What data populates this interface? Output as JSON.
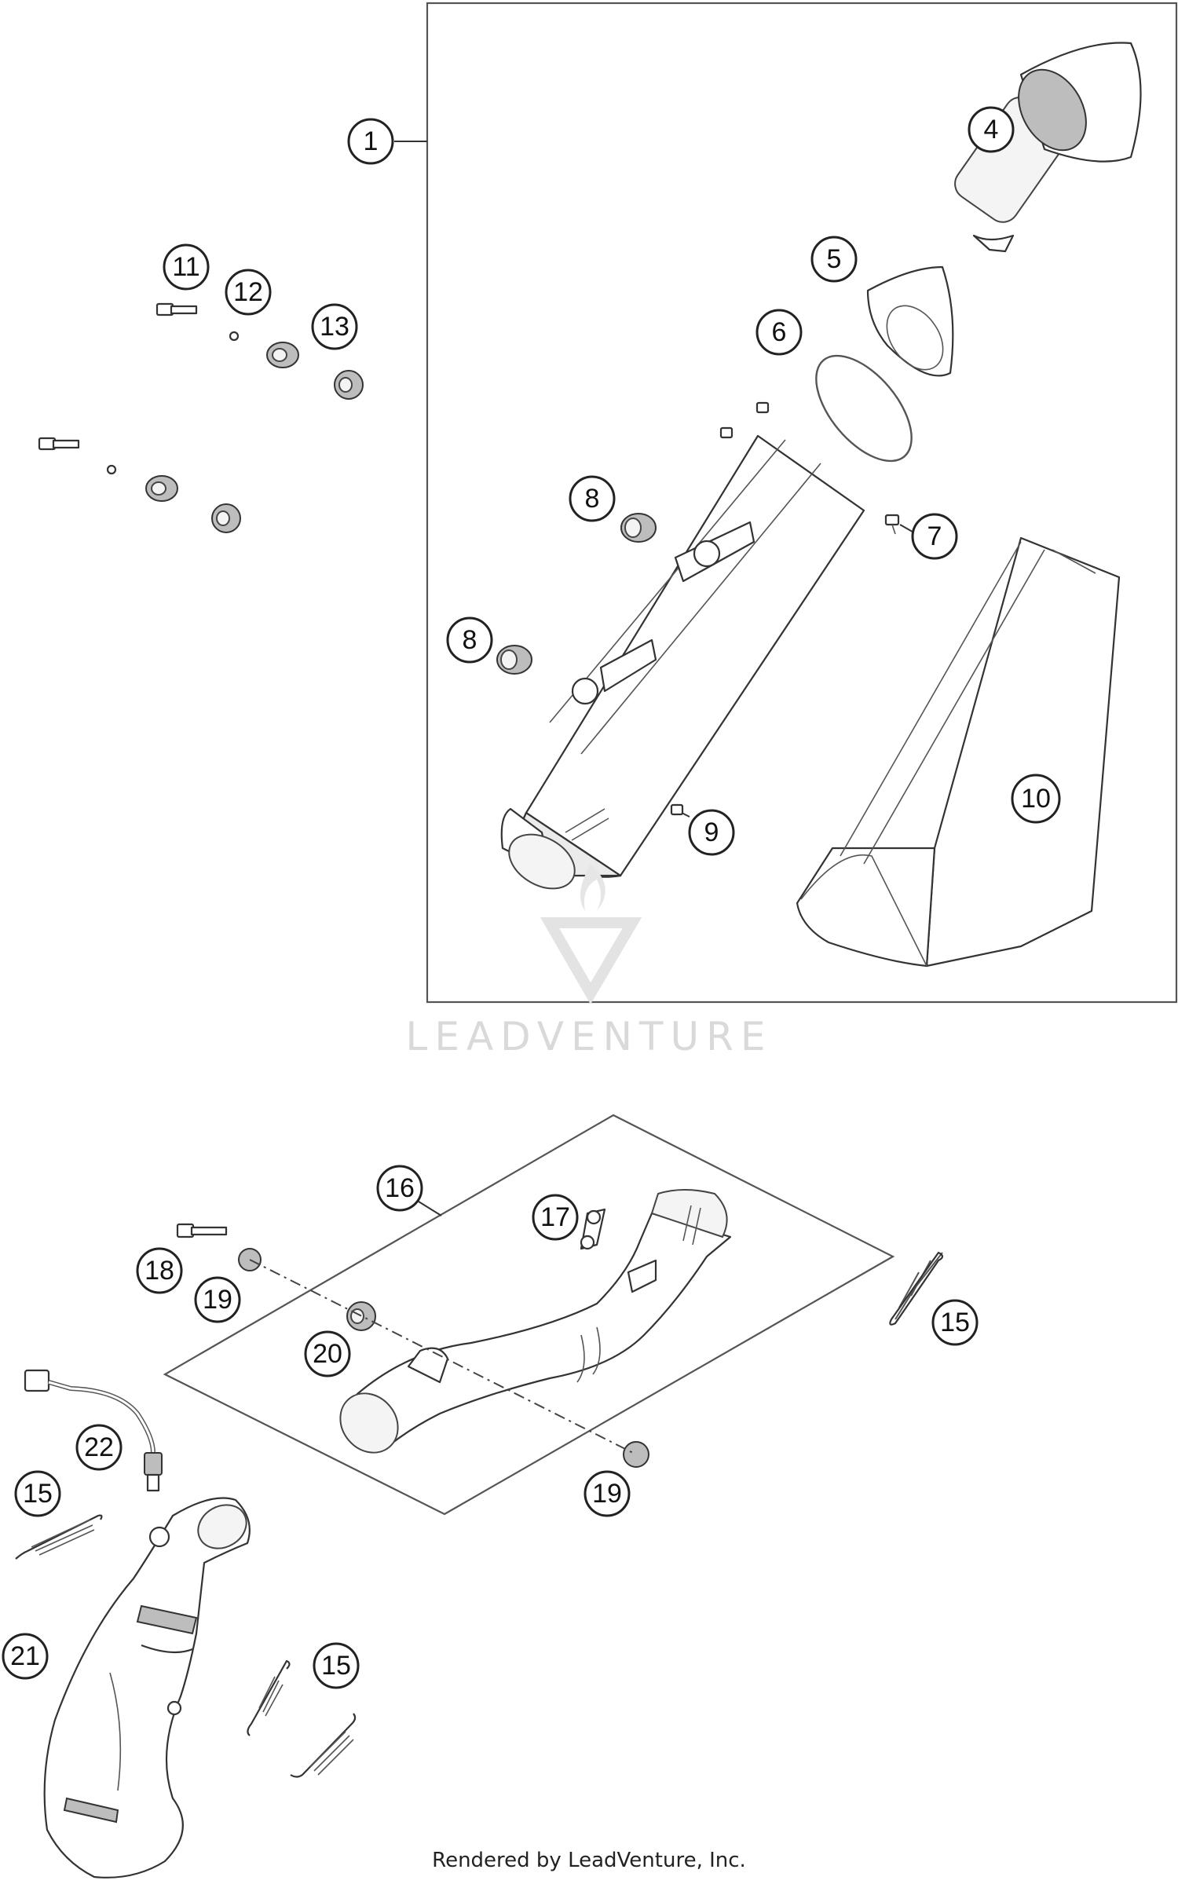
{
  "callouts": [
    {
      "label": "1"
    },
    {
      "label": "4"
    },
    {
      "label": "5"
    },
    {
      "label": "6"
    },
    {
      "label": "7"
    },
    {
      "label": "8"
    },
    {
      "label": "8"
    },
    {
      "label": "9"
    },
    {
      "label": "10"
    },
    {
      "label": "11"
    },
    {
      "label": "12"
    },
    {
      "label": "13"
    },
    {
      "label": "16"
    },
    {
      "label": "17"
    },
    {
      "label": "18"
    },
    {
      "label": "19"
    },
    {
      "label": "20"
    },
    {
      "label": "15"
    },
    {
      "label": "19"
    },
    {
      "label": "22"
    },
    {
      "label": "15"
    },
    {
      "label": "21"
    },
    {
      "label": "15"
    }
  ],
  "watermark": {
    "brand": "LEADVENTURE"
  },
  "footer": {
    "text": "Rendered by LeadVenture, Inc."
  }
}
